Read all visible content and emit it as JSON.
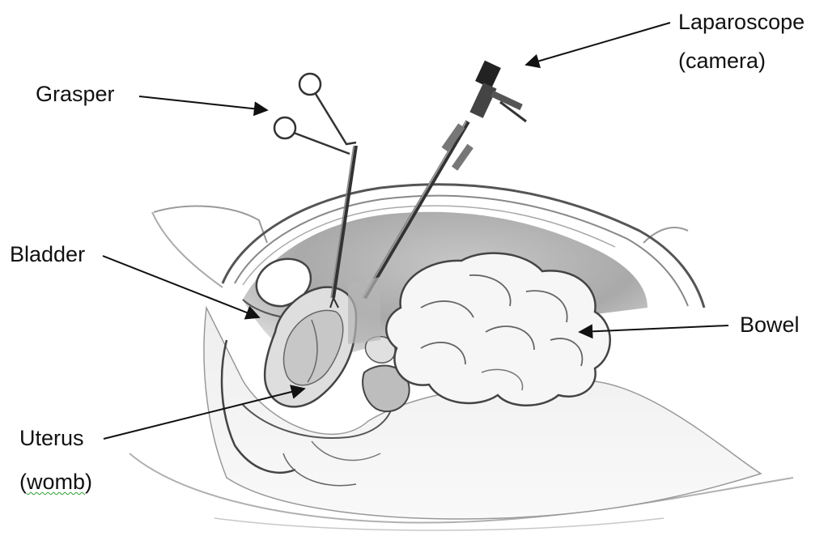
{
  "labels": {
    "grasper": "Grasper",
    "laparoscope": "Laparoscope",
    "laparoscope_sub": "(camera)",
    "bladder": "Bladder",
    "bowel": "Bowel",
    "uterus": "Uterus",
    "uterus_sub_open": "(",
    "uterus_sub_word": "womb",
    "uterus_sub_close": ")"
  },
  "colors": {
    "text": "#111111",
    "arrow": "#111111",
    "line_art": "#555555",
    "spellcheck": "#2e9d2e"
  }
}
